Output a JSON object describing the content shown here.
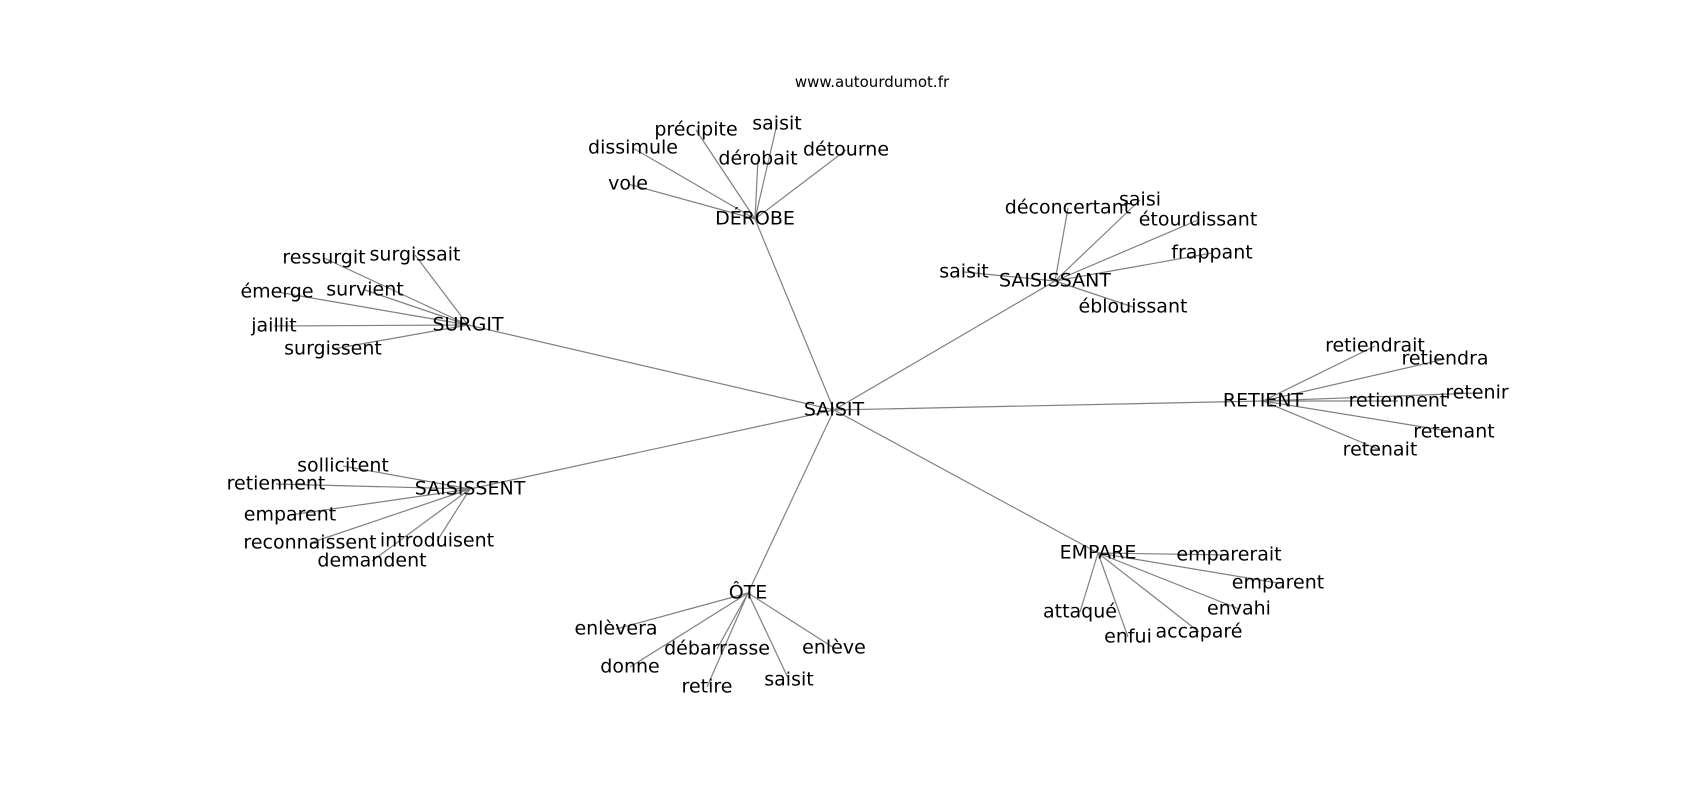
{
  "source": "www.autourdumot.fr",
  "root": "SAISIT",
  "hubs": [
    {
      "label": "DÉROBE",
      "leaves": [
        "précipite",
        "saisit",
        "dissimule",
        "dérobait",
        "détourne",
        "vole"
      ]
    },
    {
      "label": "SAISISSANT",
      "leaves": [
        "déconcertant",
        "saisi",
        "étourdissant",
        "frappant",
        "saisit",
        "éblouissant"
      ]
    },
    {
      "label": "SURGIT",
      "leaves": [
        "ressurgit",
        "surgissait",
        "survient",
        "émerge",
        "jaillit",
        "surgissent"
      ]
    },
    {
      "label": "RETIENT",
      "leaves": [
        "retiendrait",
        "retiendra",
        "retiennent",
        "retenir",
        "retenant",
        "retenait"
      ]
    },
    {
      "label": "SAISISSENT",
      "leaves": [
        "sollicitent",
        "retiennent",
        "emparent",
        "reconnaissent",
        "introduisent",
        "demandent"
      ]
    },
    {
      "label": "EMPARE",
      "leaves": [
        "emparerait",
        "emparent",
        "envahi",
        "attaqué",
        "accaparé",
        "enfui"
      ]
    },
    {
      "label": "ÔTE",
      "leaves": [
        "enlèvera",
        "débarrasse",
        "enlève",
        "donne",
        "retire",
        "saisit"
      ]
    }
  ]
}
